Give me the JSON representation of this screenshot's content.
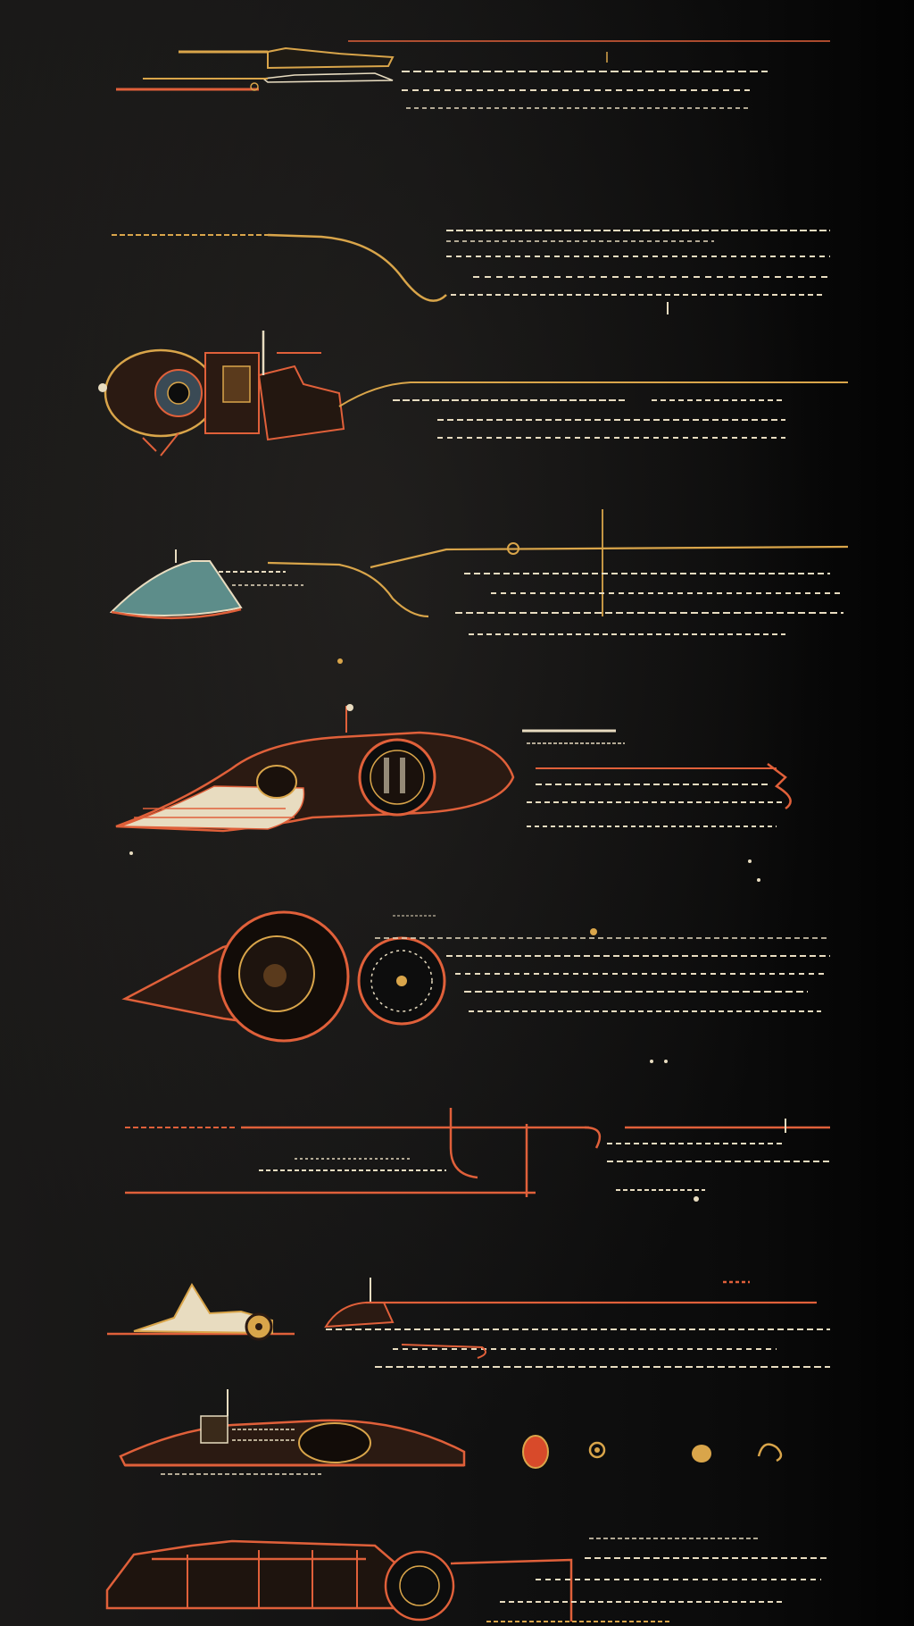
{
  "artwork": {
    "kind": "vintage technical blueprint poster of vehicles and machines",
    "colors": {
      "background": "#151414",
      "orange_line": "#e0603a",
      "gold_line": "#d9a54a",
      "cream": "#e8dcc0",
      "teal": "#5d8d8a",
      "dark_interior": "#2b1a12"
    },
    "illustrations": [
      "flat-vehicle-icon",
      "engine-pod-illustration",
      "dome-cone-vehicle-illustration",
      "rocket-vehicle-illustration",
      "spherical-pod-illustration",
      "line-diagram",
      "race-car-illustration",
      "low-vehicle-illustration",
      "detail-bulb-icons",
      "chassis-illustration"
    ]
  }
}
